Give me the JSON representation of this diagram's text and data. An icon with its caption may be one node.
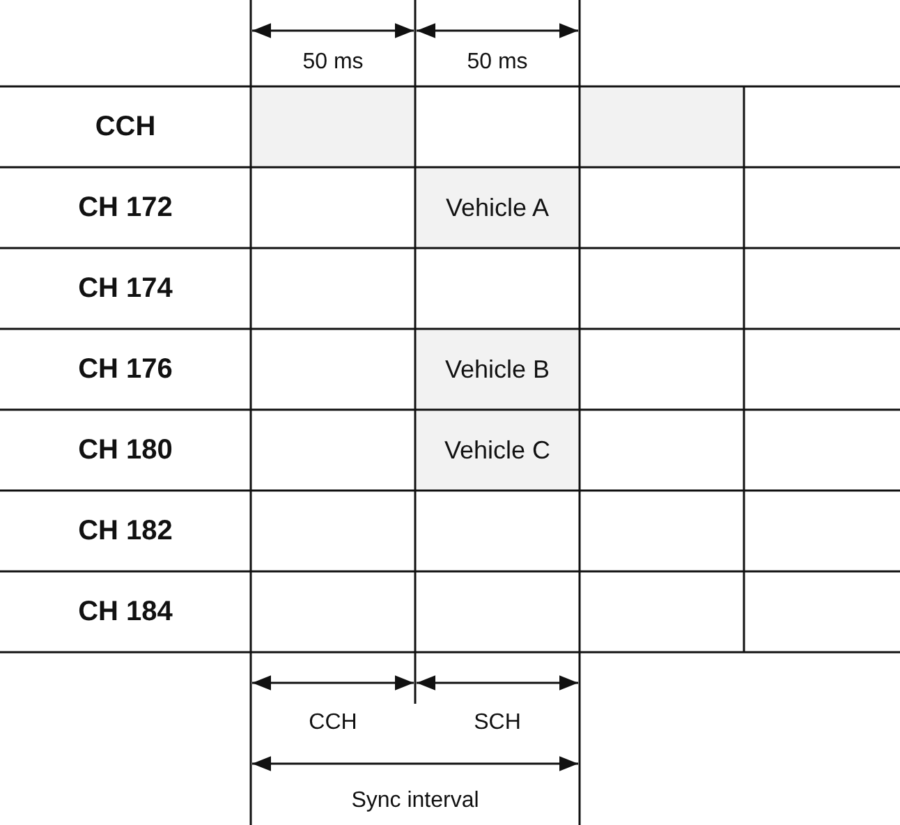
{
  "diagram": {
    "labels": [
      "50 ms",
      "50 ms",
      "CCH",
      "CH 172",
      "Vehicle A",
      "CH 174",
      "CH 176",
      "Vehicle B",
      "CH 180",
      "Vehicle C",
      "CH 182",
      "CH 184",
      "CCH",
      "SCH",
      "Sync interval"
    ]
  }
}
